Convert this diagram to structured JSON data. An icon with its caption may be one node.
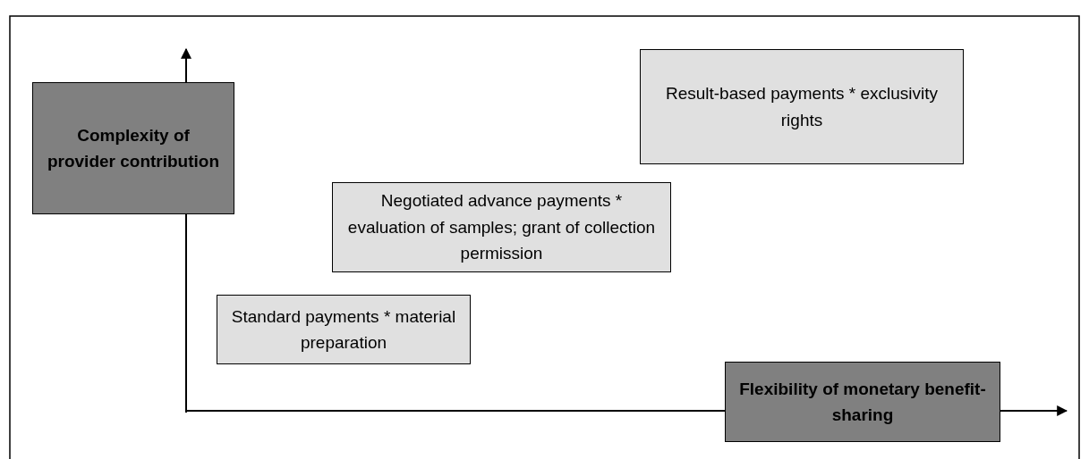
{
  "diagram": {
    "nodes": [
      {
        "text": [
          "Complexity of provider contribution"
        ]
      },
      {
        "text": [
          "Result-based payments * exclusivity rights"
        ]
      },
      {
        "text": [
          "Negotiated advance payments * evaluation of samples; grant of collection permission"
        ]
      },
      {
        "text": [
          "Standard payments * material preparation"
        ]
      },
      {
        "text": [
          "Flexibility of monetary benefit-sharing"
        ]
      }
    ]
  }
}
